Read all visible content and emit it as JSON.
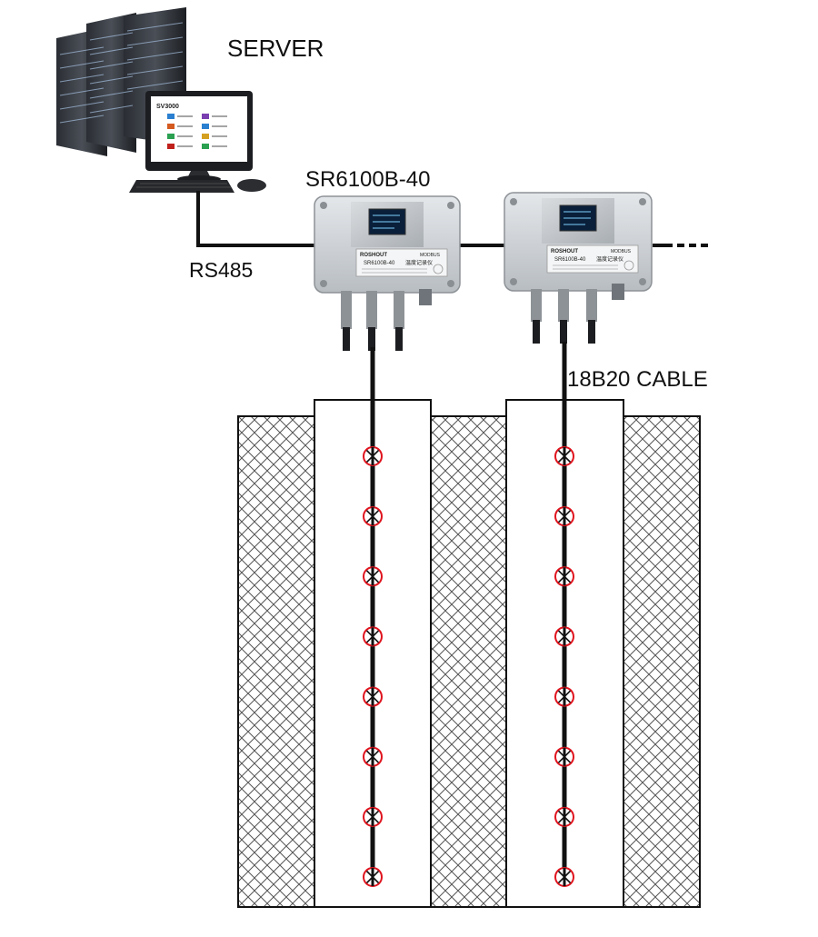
{
  "labels": {
    "server": "SERVER",
    "device_model": "SR6100B-40",
    "bus": "RS485",
    "cable": "18B20 CABLE"
  },
  "monitor": {
    "title": "SV3000"
  },
  "devices": [
    {
      "brand": "ROSHOUT",
      "protocol": "MODBUS",
      "model": "SR6100B-40",
      "name": "温度记录仪",
      "sensor_count": 8
    },
    {
      "brand": "ROSHOUT",
      "protocol": "MODBUS",
      "model": "SR6100B-40",
      "name": "温度记录仪",
      "sensor_count": 8
    }
  ],
  "colors": {
    "sensor_ring": "#e0141e",
    "cable": "#111111",
    "wall_hatch": "#555555",
    "enclosure": "#cfd3d6",
    "screen": "#0a1f3a"
  }
}
